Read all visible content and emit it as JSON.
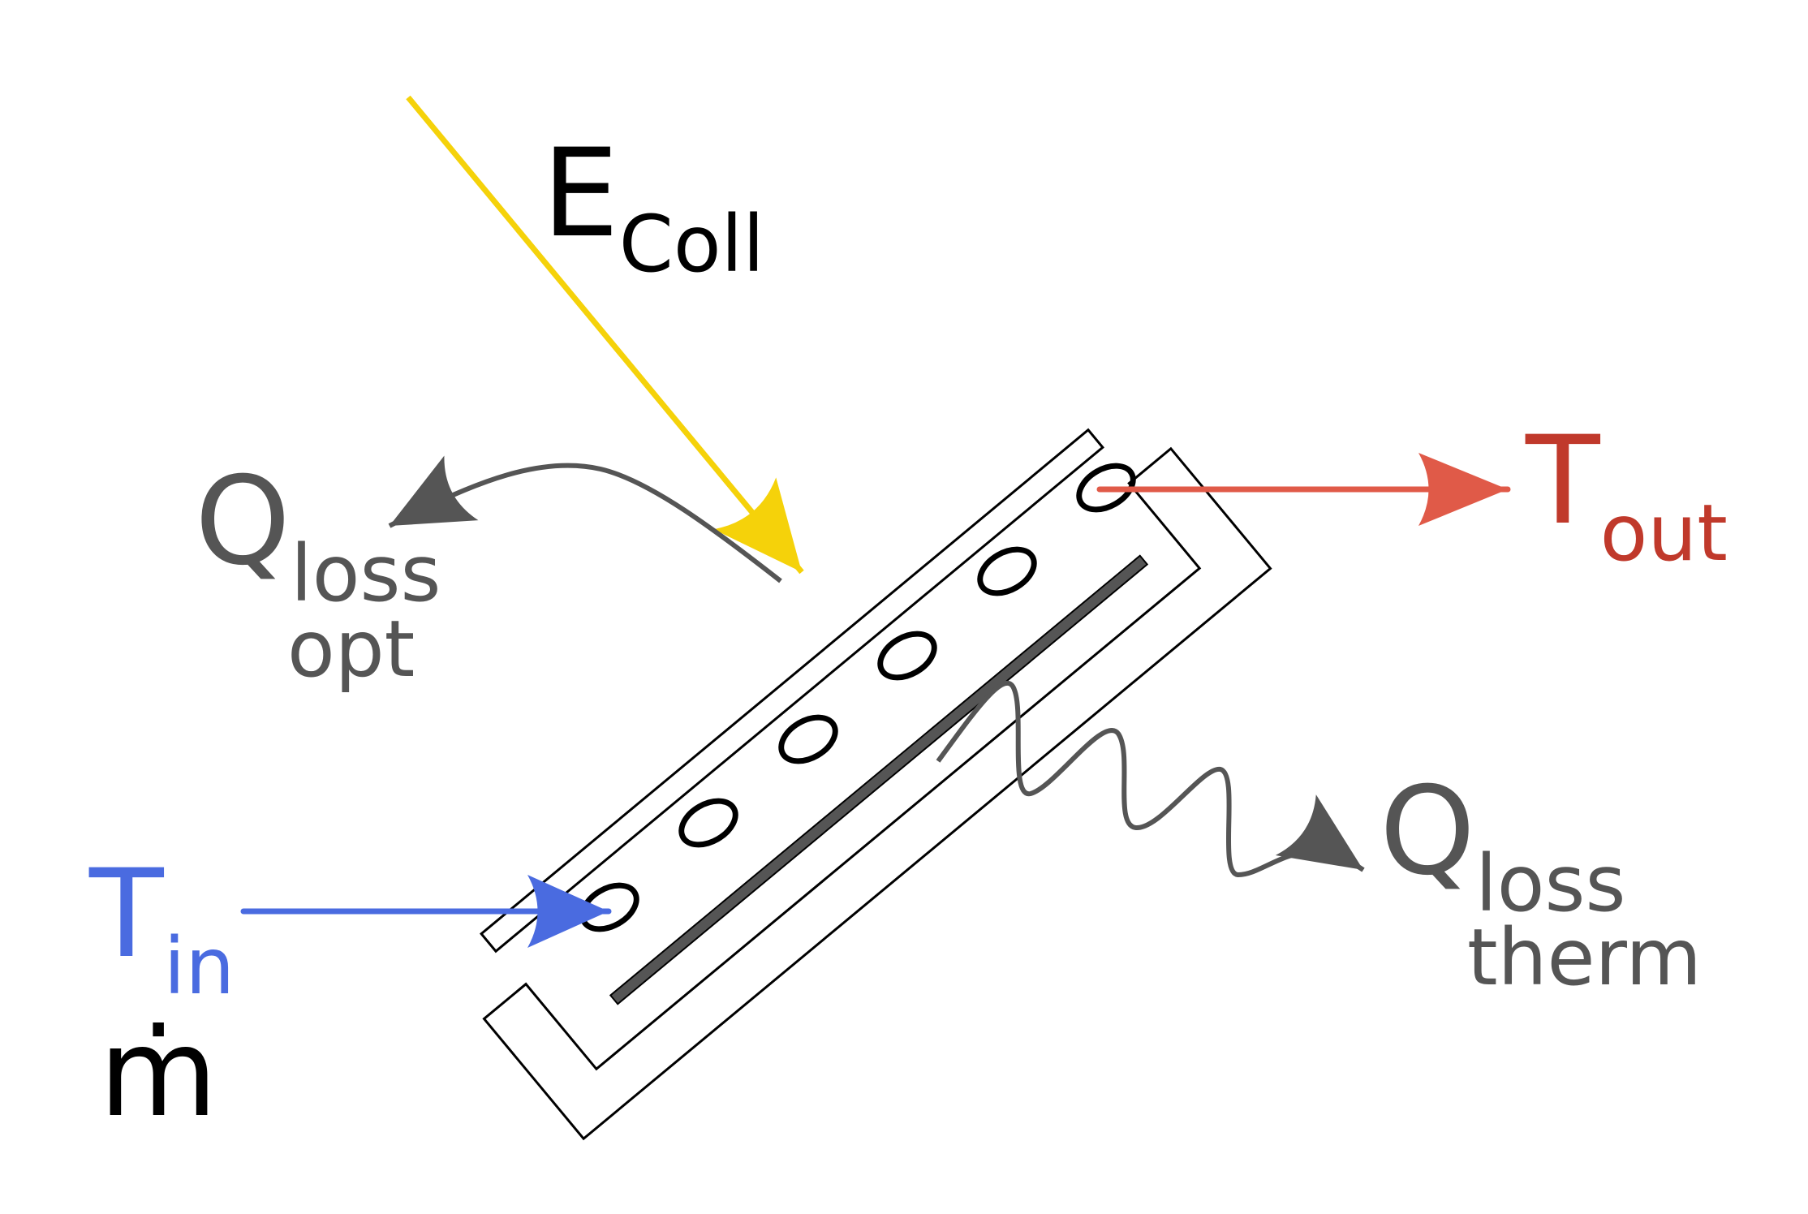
{
  "colors": {
    "sun": "#f5d20a",
    "inlet": "#4a6be0",
    "outlet_text": "#c0392b",
    "outlet_arrow": "#e05a48",
    "loss": "#555555",
    "outline": "#000000",
    "absorber": "#555555"
  },
  "labels": {
    "e_coll": {
      "main": "E",
      "sub": "Coll"
    },
    "t_in": {
      "main": "T",
      "sub": "in"
    },
    "mdot": "ṁ",
    "t_out": {
      "main": "T",
      "sub": "out"
    },
    "q_loss_opt": {
      "main": "Q",
      "sub": "loss",
      "sub2": "opt"
    },
    "q_loss_therm": {
      "main": "Q",
      "sub": "loss",
      "sub2": "therm"
    }
  },
  "tubes": {
    "count": 6
  }
}
